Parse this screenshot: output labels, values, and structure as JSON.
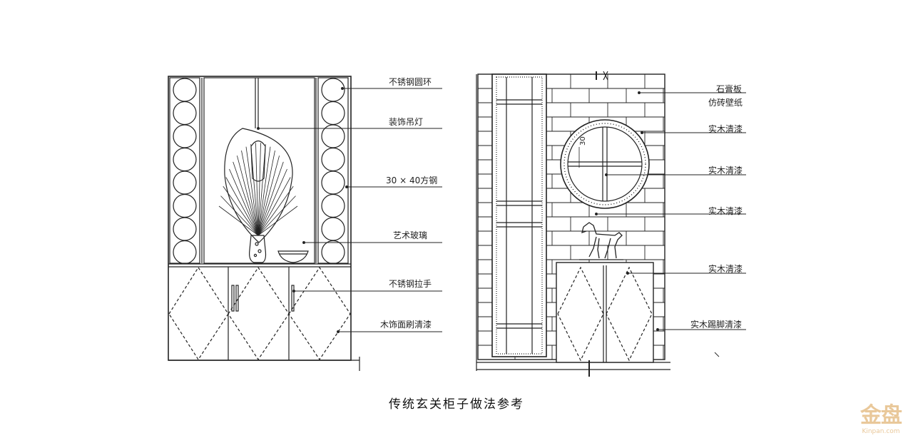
{
  "caption": "传统玄关柜子做法参考",
  "left_elevation": {
    "labels": [
      "不锈钢圆环",
      "装饰吊灯",
      "30 × 40方钢",
      "艺术玻璃",
      "不锈钢拉手",
      "木饰面刷清漆"
    ]
  },
  "right_elevation": {
    "labels": [
      "石膏板",
      "仿砖壁纸",
      "实木清漆",
      "实木清漆",
      "实木清漆",
      "实木清漆",
      "实木踢脚清漆"
    ],
    "dimension": "30"
  },
  "watermark": {
    "mark": "金盘",
    "site": "Kinpan.com"
  },
  "colors": {
    "line": "#222222",
    "watermark": "#e9c89a"
  }
}
